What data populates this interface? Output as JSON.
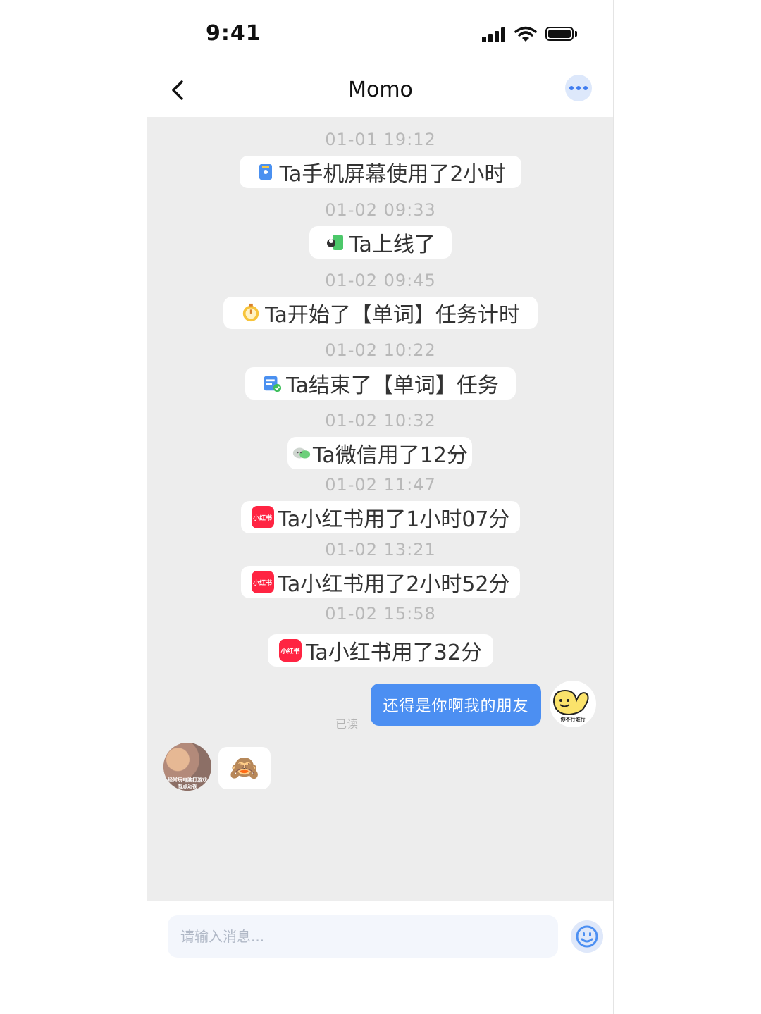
{
  "status_bar": {
    "time": "9:41"
  },
  "header": {
    "title": "Momo"
  },
  "events": [
    {
      "time": "01-01  19:12",
      "text": "Ta手机屏幕使用了2小时",
      "icon": "phone-usage-icon"
    },
    {
      "time": "01-02  09:33",
      "text": "Ta上线了",
      "icon": "online-icon"
    },
    {
      "time": "01-02  09:45",
      "text": "Ta开始了【单词】任务计时",
      "icon": "timer-icon"
    },
    {
      "time": "01-02  10:22",
      "text": "Ta结束了【单词】任务",
      "icon": "task-done-icon"
    },
    {
      "time": "01-02  10:32",
      "text": "Ta微信用了12分",
      "icon": "wechat-icon"
    },
    {
      "time": "01-02  11:47",
      "text": "Ta小红书用了1小时07分",
      "icon": "xiaohongshu-icon",
      "icon_text": "小红书"
    },
    {
      "time": "01-02  13:21",
      "text": "Ta小红书用了2小时52分",
      "icon": "xiaohongshu-icon",
      "icon_text": "小红书"
    },
    {
      "time": "01-02  15:58",
      "text": "Ta小红书用了32分",
      "icon": "xiaohongshu-icon",
      "icon_text": "小红书"
    }
  ],
  "outgoing_message": {
    "text": "还得是你啊我的朋友",
    "status": "已读"
  },
  "my_avatar": {
    "caption": "你不行谁行"
  },
  "other_avatar": {
    "caption_line1": "经常玩电脑打游戏",
    "caption_line2": "有点近视"
  },
  "incoming_message": {
    "emoji": "🙈"
  },
  "input": {
    "placeholder": "请输入消息..."
  },
  "colors": {
    "accent": "#4c8ff2",
    "chat_bg": "#ededed",
    "xiaohongshu_red": "#ff2442"
  }
}
